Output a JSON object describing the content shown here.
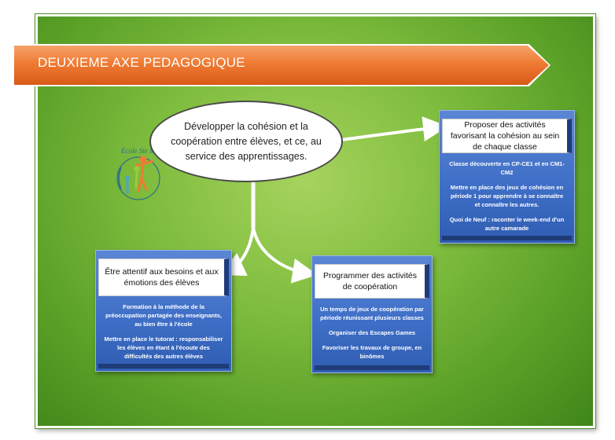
{
  "banner": {
    "title": "DEUXIEME AXE PEDAGOGIQUE"
  },
  "center": {
    "text": "Développer la cohésion et la coopération entre élèves, et ce, au service des apprentissages."
  },
  "logo": {
    "text": "Ecole Ste Marie"
  },
  "colors": {
    "banner": "#ef7b33",
    "panel": "#7fbd3e",
    "card": "#3f6fc7",
    "card_dark": "#1f3b78"
  },
  "cards": [
    {
      "title": "Proposer des activités favorisant la cohésion au sein de chaque classe",
      "items": [
        "Classe découverte en CP-CE1 et en CM1-CM2",
        "Mettre en place des jeux de cohésion en période 1 pour apprendre à se connaître et connaître les autres.",
        "Quoi de Neuf : raconter le week-end d'un autre camarade"
      ]
    },
    {
      "title": "Être attentif aux besoins et aux émotions des élèves",
      "items": [
        "Formation à la méthode de la préoccupation partagée des enseignants, au bien être à l'école",
        "Mettre en place le tutorat : responsabiliser les élèves en étant à l'écoute des difficultés des autres élèves"
      ]
    },
    {
      "title": "Programmer des activités de coopération",
      "items": [
        "Un temps de jeux de coopération par période réunissant plusieurs classes",
        "Organiser des Escapes Games",
        "Favoriser les travaux de groupe, en binômes"
      ]
    }
  ]
}
